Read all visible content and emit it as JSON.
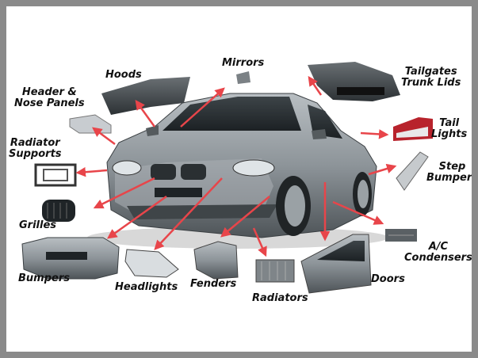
{
  "labels": {
    "hoods": "Hoods",
    "mirrors": "Mirrors",
    "tailgates": "Tailgates\nTrunk Lids",
    "header_nose": "Header &\nNose Panels",
    "tail_lights": "Tail\nLights",
    "radiator_supports": "Radiator\nSupports",
    "step_bumpers": "Step\nBumpers",
    "grilles": "Grilles",
    "ac_condensers": "A/C\nCondensers",
    "bumpers": "Bumpers",
    "headlights": "Headlights",
    "fenders": "Fenders",
    "radiators": "Radiators",
    "doors": "Doors"
  },
  "colors": {
    "arrow": "#e8454a",
    "car_body": "#8d9499",
    "frame": "#8a8a8a",
    "label": "#111111"
  }
}
